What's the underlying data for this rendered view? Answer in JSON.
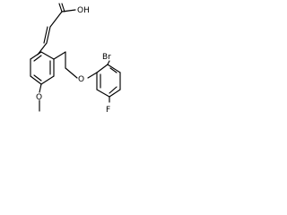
{
  "structure": {
    "atom_labels": {
      "hydroxyl": "OH",
      "bromo": "Br",
      "ether_oxygen": "O",
      "methoxy_oxygen": "O",
      "fluoro": "F"
    }
  }
}
